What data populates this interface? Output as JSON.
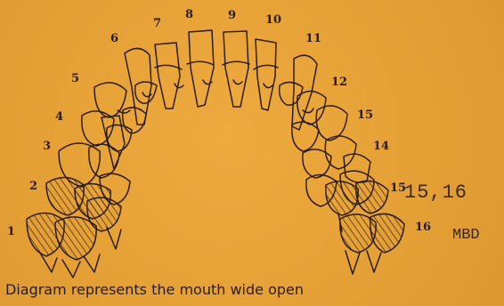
{
  "diagram": {
    "tooth_labels_left": [
      "1",
      "2",
      "3",
      "4",
      "5",
      "6",
      "7",
      "8",
      "9",
      "10",
      "11",
      "12"
    ],
    "tooth_labels_right": [
      "15",
      "14",
      "15",
      "16"
    ],
    "annotation_teeth": "15,16",
    "annotation_code": "MBD",
    "caption": "Diagram represents the mouth wide open",
    "colors": {
      "background": "#e8a33a",
      "ink": "#2a1c10"
    }
  }
}
